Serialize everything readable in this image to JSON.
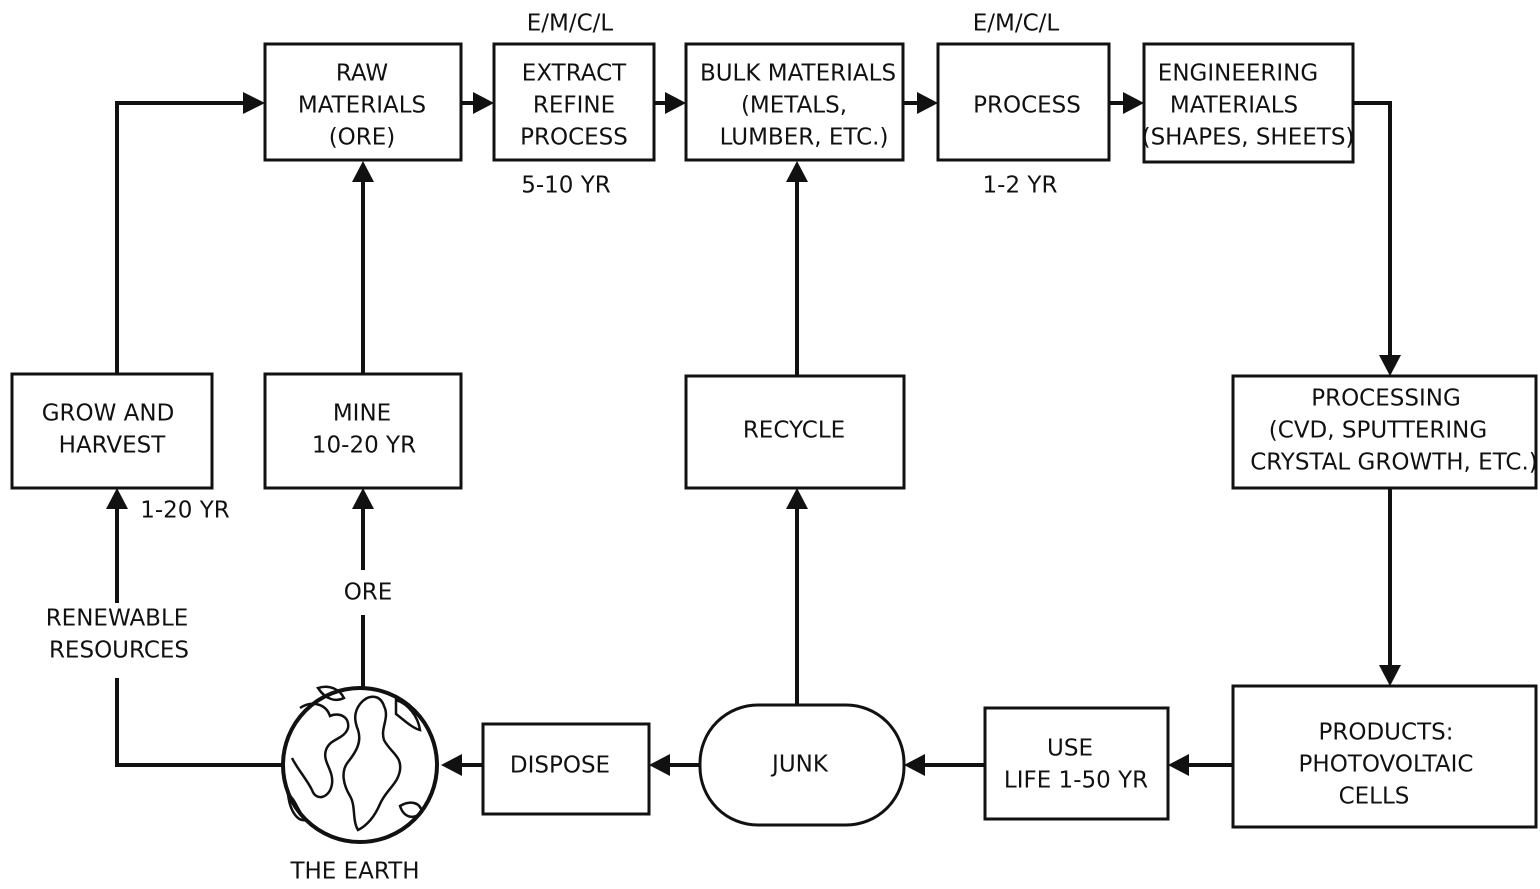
{
  "boxes": {
    "raw_materials": [
      "RAW",
      "MATERIALS",
      "(ORE)"
    ],
    "extract": [
      "EXTRACT",
      "REFINE",
      "PROCESS"
    ],
    "bulk": [
      "BULK MATERIALS",
      "(METALS,",
      "LUMBER, ETC.)"
    ],
    "process": [
      "PROCESS"
    ],
    "engineering": [
      "ENGINEERING",
      "MATERIALS",
      "(SHAPES, SHEETS)"
    ],
    "grow": [
      "GROW AND",
      "HARVEST"
    ],
    "mine": [
      "MINE",
      "10-20 YR"
    ],
    "recycle": [
      "RECYCLE"
    ],
    "processing": [
      "PROCESSING",
      "(CVD, SPUTTERING",
      "CRYSTAL GROWTH, ETC.)"
    ],
    "products": [
      "PRODUCTS:",
      "PHOTOVOLTAIC",
      "CELLS"
    ],
    "use": [
      "USE",
      "LIFE 1-50 YR"
    ],
    "junk": [
      "JUNK"
    ],
    "dispose": [
      "DISPOSE"
    ]
  },
  "labels": {
    "emcl_left": "E/M/C/L",
    "emcl_right": "E/M/C/L",
    "extract_time": "5-10 YR",
    "process_time": "1-2 YR",
    "grow_time": "1-20 YR",
    "renewable": [
      "RENEWABLE",
      "RESOURCES"
    ],
    "ore": "ORE",
    "earth": "THE EARTH"
  }
}
